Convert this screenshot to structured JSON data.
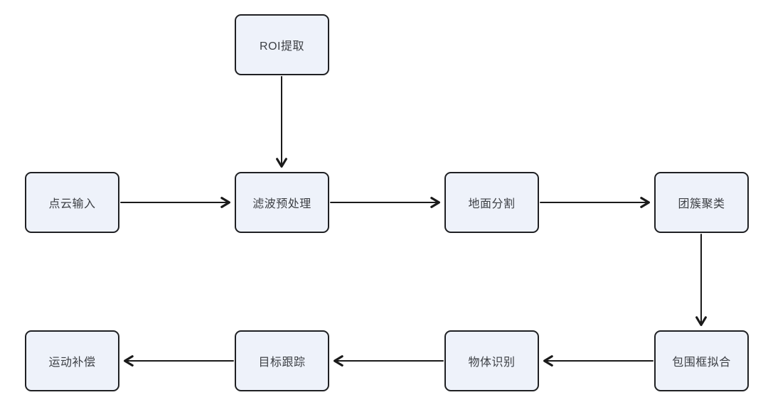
{
  "diagram": {
    "title": "LiDAR point cloud processing flowchart",
    "background_color": "#ffffff",
    "node_fill_color": "#eef2fa",
    "node_border_color": "#1f2023",
    "node_text_color": "#3c3f44",
    "arrow_color": "#1a1a1a",
    "nodes": [
      {
        "id": "roi",
        "label": "ROI提取"
      },
      {
        "id": "input",
        "label": "点云输入"
      },
      {
        "id": "filter",
        "label": "滤波预处理"
      },
      {
        "id": "ground",
        "label": "地面分割"
      },
      {
        "id": "cluster",
        "label": "团簇聚类"
      },
      {
        "id": "bbox",
        "label": "包围框拟合"
      },
      {
        "id": "recog",
        "label": "物体识别"
      },
      {
        "id": "tracking",
        "label": "目标跟踪"
      },
      {
        "id": "motion",
        "label": "运动补偿"
      }
    ],
    "edges": [
      {
        "from": "ROI提取",
        "to": "滤波预处理",
        "direction": "down"
      },
      {
        "from": "点云输入",
        "to": "滤波预处理",
        "direction": "right"
      },
      {
        "from": "滤波预处理",
        "to": "地面分割",
        "direction": "right"
      },
      {
        "from": "地面分割",
        "to": "团簇聚类",
        "direction": "right"
      },
      {
        "from": "团簇聚类",
        "to": "包围框拟合",
        "direction": "down"
      },
      {
        "from": "包围框拟合",
        "to": "物体识别",
        "direction": "left"
      },
      {
        "from": "物体识别",
        "to": "目标跟踪",
        "direction": "left"
      },
      {
        "from": "目标跟踪",
        "to": "运动补偿",
        "direction": "left"
      }
    ]
  }
}
